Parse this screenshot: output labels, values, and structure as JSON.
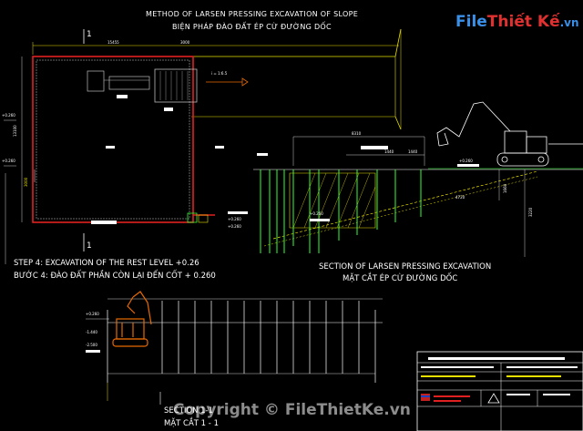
{
  "plan": {
    "title_en": "METHOD OF LARSEN PRESSING EXCAVATION OF SLOPE",
    "title_vi": "BIỆN PHÁP ĐÀO ĐẤT ÉP CỪ ĐƯỜNG DỐC",
    "axis_mark": "1"
  },
  "step": {
    "en": "STEP 4: EXCAVATION OF THE REST LEVEL +0.26",
    "vi": "BƯỚC 4: ĐÀO ĐẤT PHẦN CÒN LẠI ĐẾN CỐT + 0.260"
  },
  "section_slope": {
    "en": "SECTION OF LARSEN PRESSING EXCAVATION",
    "vi": "MẶT CẮT ÉP CỪ ĐƯỜNG DỐC"
  },
  "section_11": {
    "en": "SECTION 1-1",
    "vi": "MẶT CẮT 1 - 1"
  },
  "logo": {
    "part1": "File",
    "part2": "Thiết Kế",
    "part3": ".vn",
    "color1": "#3a8fe8",
    "color2": "#e03030"
  },
  "watermark": "Copyright © FileThietKe.vn",
  "colors": {
    "wall": "#e02020",
    "slope": "#e8e000",
    "pile": "#33ff33",
    "line": "#ffffff",
    "accent": "#e86a00"
  }
}
